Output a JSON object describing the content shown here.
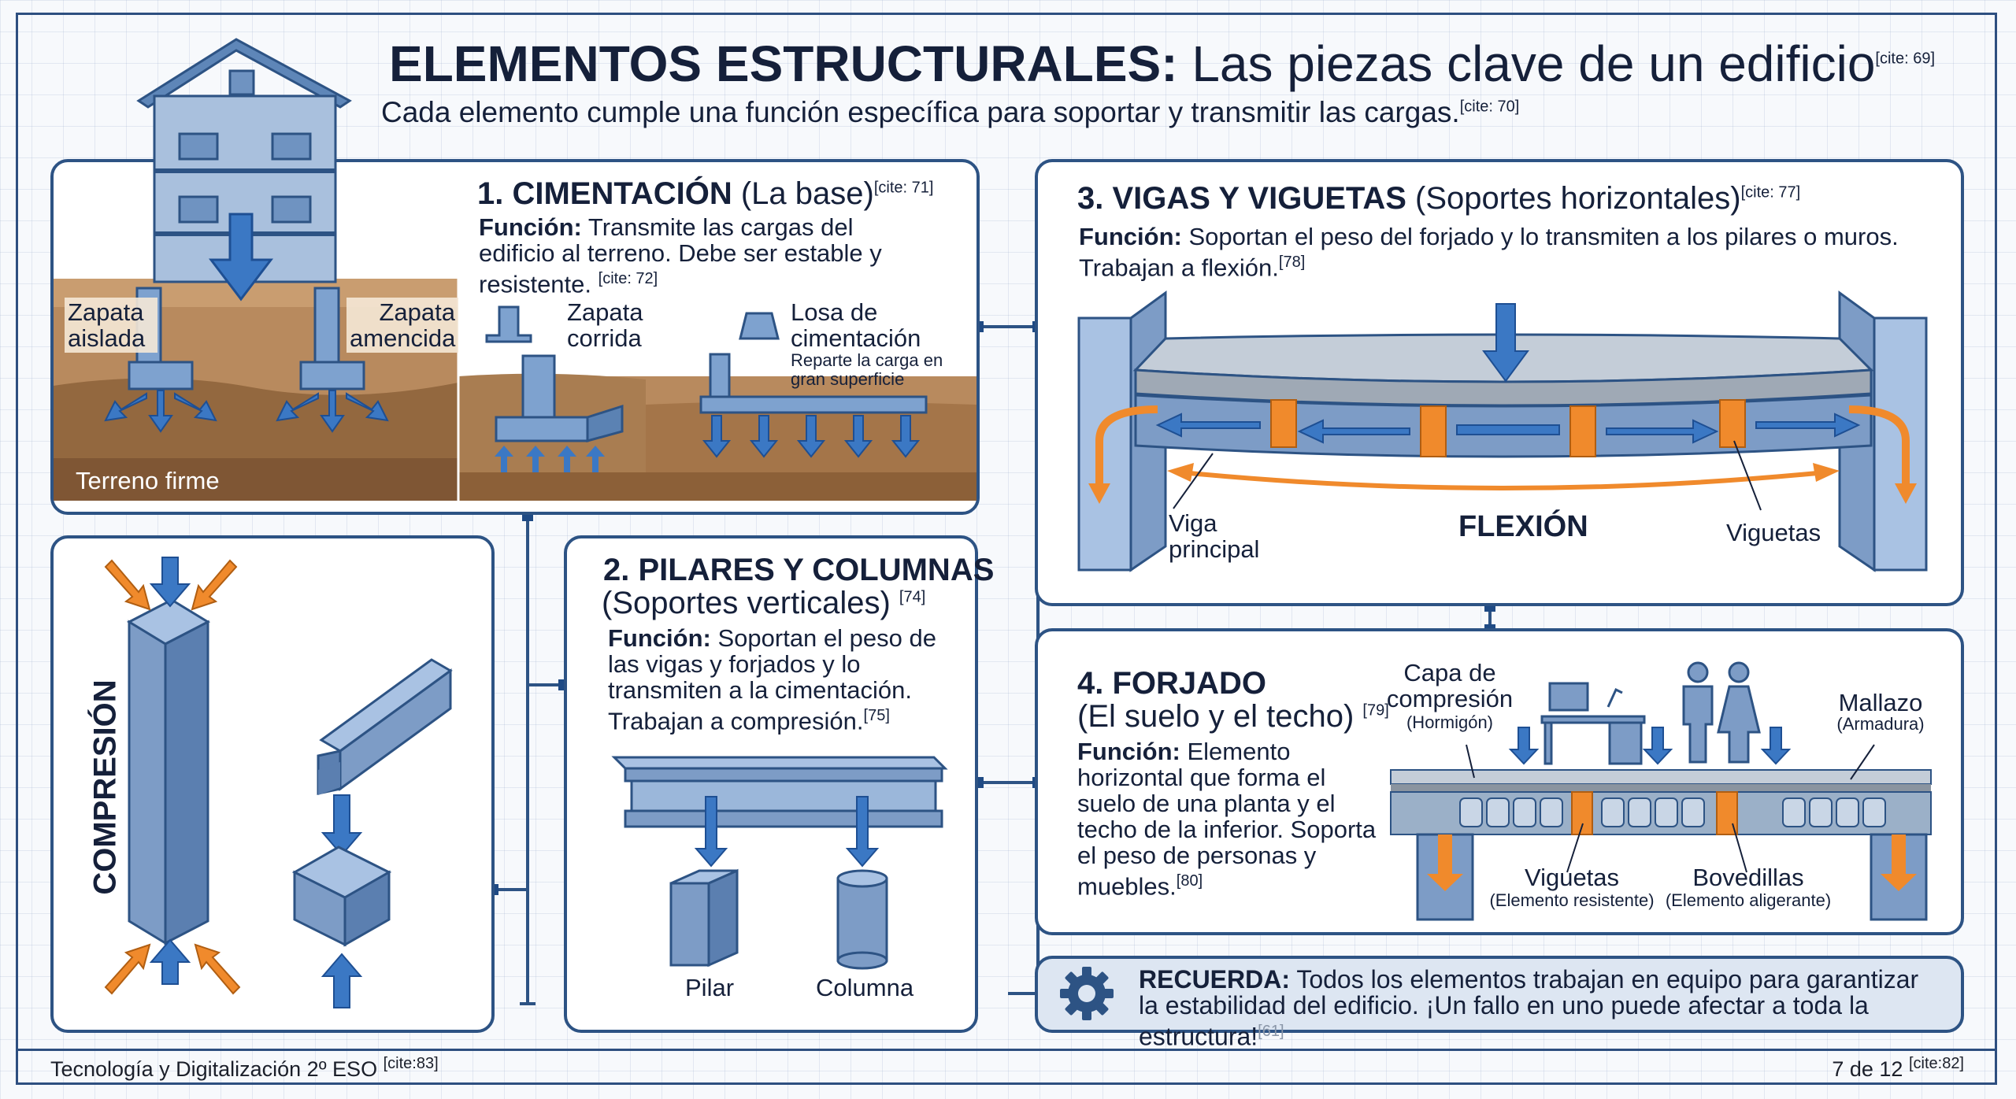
{
  "header": {
    "title_bold": "ELEMENTOS ESTRUCTURALES:",
    "title_rest": "Las piezas clave de un edificio",
    "title_cite": "[cite: 69]",
    "subtitle": "Cada elemento cumple una función específica para soportar y transmitir las cargas.",
    "subtitle_cite": "[cite: 70]"
  },
  "cimentacion": {
    "title": "1. CIMENTACIÓN",
    "subtitle": "(La base)",
    "cite": "[cite: 71]",
    "func_label": "Función:",
    "func_text": "Transmite las cargas del edificio al terreno. Debe ser estable y resistente.",
    "func_cite": "[cite: 72]",
    "zapata_aislada": "Zapata aislada",
    "zapata_amencida": "Zapata amencida",
    "zapata_corrida": "Zapata corrida",
    "losa": "Losa de cimentación",
    "losa_note": "Reparte la carga en gran superficie",
    "terreno": "Terreno firme"
  },
  "compresion": {
    "label": "COMPRESIÓN"
  },
  "pilares": {
    "title": "2. PILARES Y COLUMNAS",
    "subtitle": "(Soportes verticales)",
    "cite": "[74]",
    "func_label": "Función:",
    "func_text": "Soportan el peso de las vigas y forjados y lo transmiten a la cimentación. Trabajan a compresión.",
    "func_cite": "[75]",
    "pilar": "Pilar",
    "columna": "Columna"
  },
  "vigas": {
    "title": "3. VIGAS Y VIGUETAS",
    "subtitle": "(Soportes horizontales)",
    "cite": "[cite: 77]",
    "func_label": "Función:",
    "func_text": "Soportan el peso del forjado y lo transmiten a los pilares o muros. Trabajan a flexión.",
    "func_cite": "[78]",
    "viga_principal": "Viga principal",
    "flexion": "FLEXIÓN",
    "viguetas": "Viguetas"
  },
  "forjado": {
    "title": "4. FORJADO",
    "subtitle": "(El suelo y el techo)",
    "cite": "[79]",
    "func_label": "Función:",
    "func_text": "Elemento horizontal que forma el suelo de una planta y el techo de la inferior. Soporta el peso de personas y muebles.",
    "func_cite": "[80]",
    "capa": "Capa de compresión",
    "capa_note": "(Hormigón)",
    "mallazo": "Mallazo",
    "mallazo_note": "(Armadura)",
    "viguetas": "Viguetas",
    "viguetas_note": "(Elemento resistente)",
    "bovedillas": "Bovedillas",
    "bovedillas_note": "(Elemento aligerante)"
  },
  "recuerda": {
    "label": "RECUERDA:",
    "text": "Todos los elementos trabajan en equipo para garantizar la estabilidad del edificio. ¡Un fallo en uno puede afectar a toda la estructura!",
    "cite": "[61]"
  },
  "footer": {
    "left": "Tecnología y Digitalización 2º ESO",
    "left_cite": "[cite:83]",
    "right": "7 de 12",
    "right_cite": "[cite:82]"
  },
  "colors": {
    "navy": "#2d5384",
    "steel": "#7d9cc6",
    "orange": "#f08a2c",
    "arrow_blue": "#3b78c4",
    "soil": "#a0774f"
  }
}
